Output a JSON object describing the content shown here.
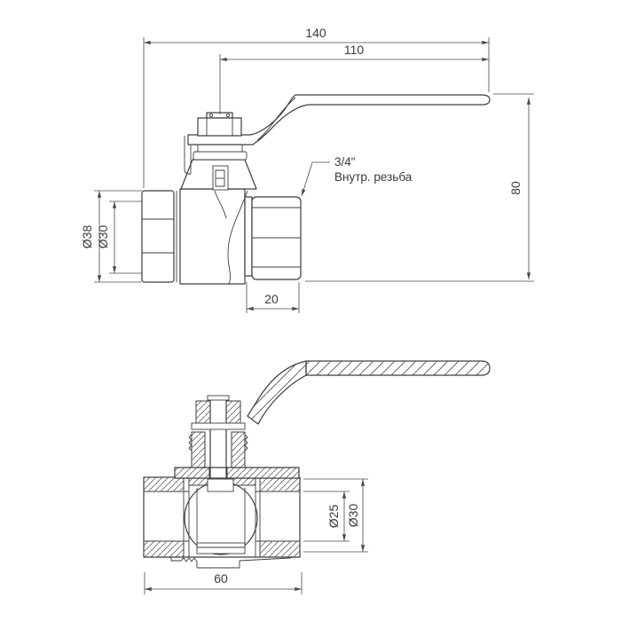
{
  "page": {
    "background": "#ffffff",
    "line_color": "#3d3d3d",
    "dimension_color": "#4a4a4a"
  },
  "drawing": {
    "top_view": {
      "dims": {
        "overall_length": "140",
        "handle_length": "110",
        "height": "80",
        "cap_outer_diameter": "Ø38",
        "cap_bore_diameter": "Ø30",
        "coupling_width": "20"
      },
      "note": {
        "line1": "3/4\"",
        "line2": "Внутр. резьба"
      }
    },
    "bottom_view": {
      "dims": {
        "bore_diameter": "Ø25",
        "port_outer_diameter": "Ø30",
        "body_length": "60"
      }
    }
  }
}
